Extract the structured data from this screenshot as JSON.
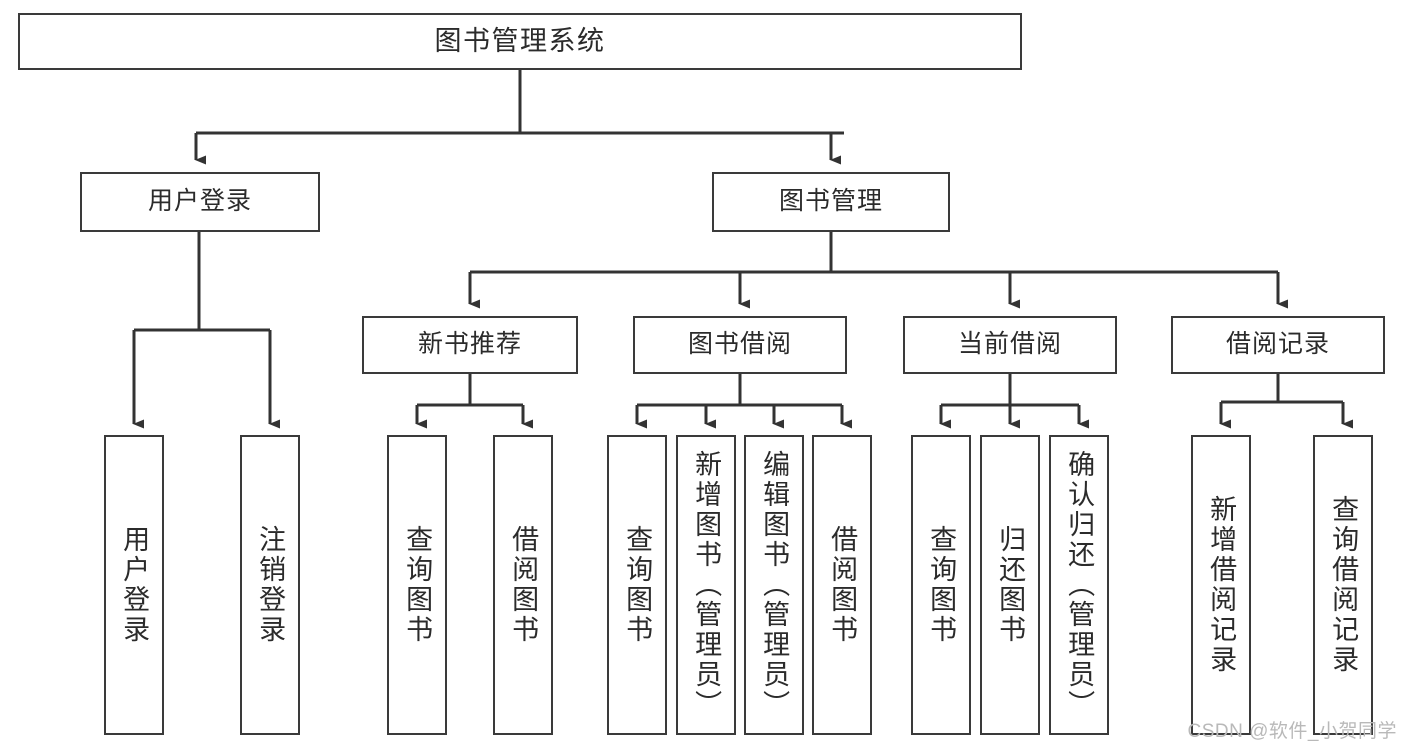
{
  "diagram": {
    "title": "图书管理系统",
    "watermark": "CSDN @软件_小贺同学",
    "colors": {
      "box_border": "#3a3a3a",
      "box_fill": "#ffffff",
      "connector": "#333333",
      "text": "#2b2b2b",
      "watermark": "#b9b9b9"
    },
    "levels": {
      "root": {
        "label": "图书管理系统"
      },
      "level2": [
        {
          "label": "用户登录"
        },
        {
          "label": "图书管理"
        }
      ],
      "level3": [
        {
          "label": "新书推荐"
        },
        {
          "label": "图书借阅"
        },
        {
          "label": "当前借阅"
        },
        {
          "label": "借阅记录"
        }
      ],
      "leaves": {
        "user_login": [
          {
            "label": "用户登录"
          },
          {
            "label": "注销登录"
          }
        ],
        "new_book_recommend": [
          {
            "label": "查询图书"
          },
          {
            "label": "借阅图书"
          }
        ],
        "book_borrow": [
          {
            "label": "查询图书"
          },
          {
            "label": "新增图书（管理员）"
          },
          {
            "label": "编辑图书（管理员）"
          },
          {
            "label": "借阅图书"
          }
        ],
        "current_borrow": [
          {
            "label": "查询图书"
          },
          {
            "label": "归还图书"
          },
          {
            "label": "确认归还（管理员）"
          }
        ],
        "borrow_record": [
          {
            "label": "新增借阅记录"
          },
          {
            "label": "查询借阅记录"
          }
        ]
      }
    }
  }
}
